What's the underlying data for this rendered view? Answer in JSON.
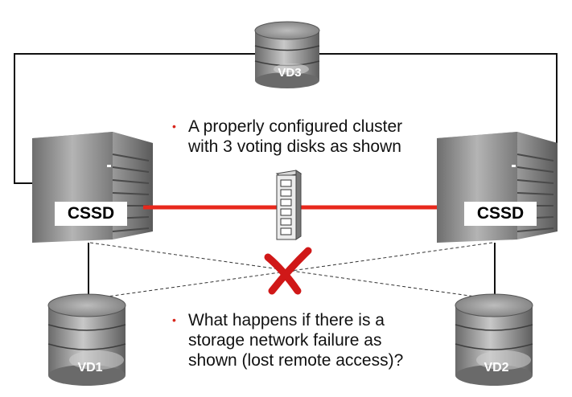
{
  "nodes": {
    "left": {
      "label": "CSSD"
    },
    "right": {
      "label": "CSSD"
    }
  },
  "disks": {
    "vd1": {
      "label": "VD1"
    },
    "vd2": {
      "label": "VD2"
    },
    "vd3": {
      "label": "VD3"
    }
  },
  "bullets": [
    {
      "lines": [
        "A properly configured cluster",
        "with 3 voting disks as shown"
      ]
    },
    {
      "lines": [
        "What happens if there is a",
        "storage network failure as",
        "shown (lost remote access)?"
      ]
    }
  ],
  "colors": {
    "interconnect": "#e8281c",
    "failure_mark": "#d01818",
    "bullet": "#d8261c",
    "server_body": "#8a8a8a",
    "disk_body": "#9a9a9a"
  }
}
